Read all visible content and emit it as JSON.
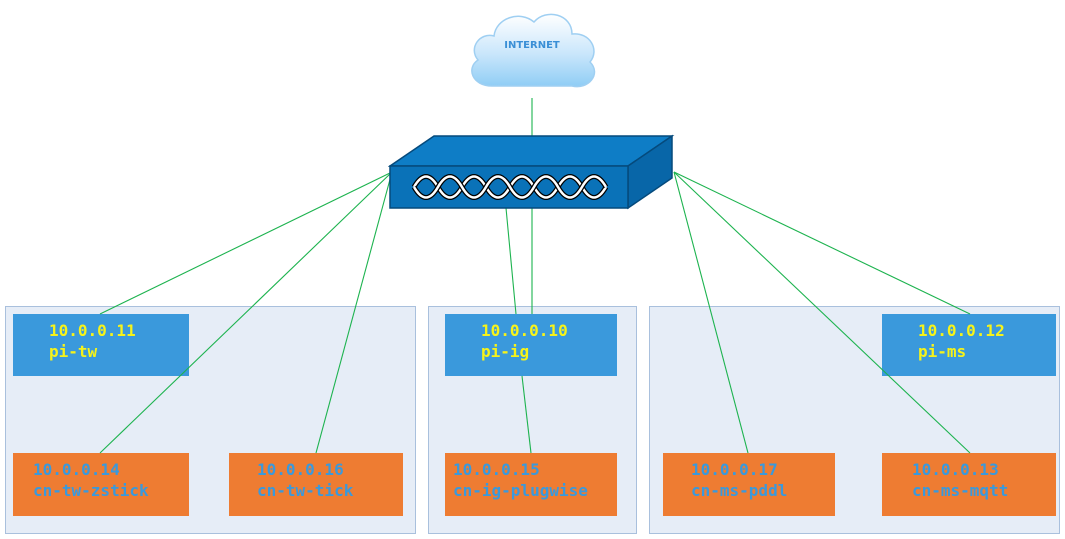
{
  "colors": {
    "server": "#3a99dc",
    "server_text": "#f6f31a",
    "container": "#ee7c32",
    "container_text": "#3a99dc",
    "group_bg": "#e6edf7",
    "link": "#1db34f",
    "switch": "#0a72b8"
  },
  "internet": {
    "label": "INTERNET",
    "icon": "cloud-icon"
  },
  "switch": {
    "icon": "network-switch-icon"
  },
  "servers": [
    {
      "ip": "10.0.0.11",
      "name": "pi-tw"
    },
    {
      "ip": "10.0.0.10",
      "name": "pi-ig"
    },
    {
      "ip": "10.0.0.12",
      "name": "pi-ms"
    }
  ],
  "containers": [
    {
      "ip": "10.0.0.14",
      "name": "cn-tw-zstick"
    },
    {
      "ip": "10.0.0.16",
      "name": "cn-tw-tick"
    },
    {
      "ip": "10.0.0.15",
      "name": "cn-ig-plugwise"
    },
    {
      "ip": "10.0.0.17",
      "name": "cn-ms-pddl"
    },
    {
      "ip": "10.0.0.13",
      "name": "cn-ms-mqtt"
    }
  ]
}
